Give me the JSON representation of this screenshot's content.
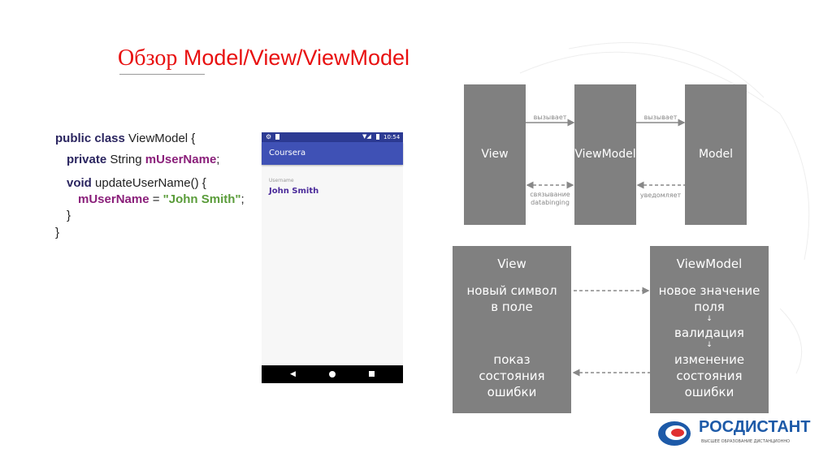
{
  "title": {
    "prefix": "Обзор",
    "rest": " Model/View/ViewModel"
  },
  "code": {
    "line1": {
      "kw": "public class",
      "rest": " ViewModel {"
    },
    "line2": {
      "kw": "private",
      "type": " String ",
      "var": "mUserName",
      "end": ";"
    },
    "line3": {
      "kw": "void",
      "rest": " updateUserName() {"
    },
    "line4": {
      "var": "mUserName",
      "eq": " = ",
      "str": "\"John Smith\"",
      "end": ";"
    },
    "line5": "}",
    "line6": "}"
  },
  "phone": {
    "time": "10:54",
    "app_title": "Coursera",
    "field_label": "Username",
    "field_value": "John Smith",
    "colors": {
      "status": "#2c3a93",
      "appbar": "#3f51b5",
      "value": "#4a2a9a"
    }
  },
  "diagram_top": {
    "view": "View",
    "viewmodel": "ViewModel",
    "model": "Model",
    "calls1": "вызывает",
    "calls2": "вызывает",
    "binding1": "связывание",
    "binding2": "databinging",
    "notifies": "уведомляет"
  },
  "diagram_bottom": {
    "view_title": "View",
    "view_line1": "новый символ",
    "view_line2": "в поле",
    "view_line3": "показ",
    "view_line4": "состояния",
    "view_line5": "ошибки",
    "vm_title": "ViewModel",
    "vm_line1": "новое значение",
    "vm_line2": "поля",
    "vm_line3": "валидация",
    "vm_line4": "изменение",
    "vm_line5": "состояния",
    "vm_line6": "ошибки"
  },
  "logo": {
    "name": "РОСДИСТАНТ",
    "tagline": "ВЫСШЕЕ ОБРАЗОВАНИЕ ДИСТАНЦИОННО",
    "color": "#1d5aa8"
  },
  "colors": {
    "title": "#e81010",
    "box": "#808080"
  }
}
